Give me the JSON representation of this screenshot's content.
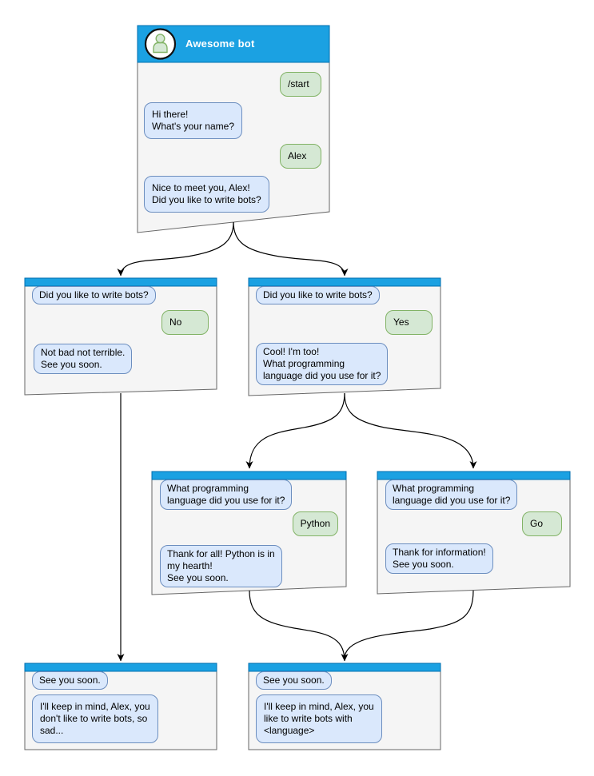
{
  "colors": {
    "header_fill": "#1BA1E2",
    "header_border": "#006EAF",
    "window_fill": "#F5F5F5",
    "window_border": "#666666",
    "bot_bubble_fill": "#DAE8FC",
    "bot_bubble_border": "#6C8EBF",
    "user_bubble_fill": "#D5E8D4",
    "user_bubble_border": "#82B366",
    "connector": "#000000"
  },
  "windows": {
    "main": {
      "title": "Awesome bot",
      "avatar_icon": "person-icon",
      "bubbles": [
        {
          "sender": "user",
          "text": "/start"
        },
        {
          "sender": "bot",
          "text": "Hi there!\nWhat's your name?"
        },
        {
          "sender": "user",
          "text": "Alex"
        },
        {
          "sender": "bot",
          "text": "Nice to meet you, Alex!\nDid you like to write bots?"
        }
      ]
    },
    "branch_no": {
      "bubbles": [
        {
          "sender": "bot",
          "text": "Did you like to write bots?"
        },
        {
          "sender": "user",
          "text": "No"
        },
        {
          "sender": "bot",
          "text": "Not bad not terrible.\nSee you soon."
        }
      ]
    },
    "branch_yes": {
      "bubbles": [
        {
          "sender": "bot",
          "text": "Did you like to write bots?"
        },
        {
          "sender": "user",
          "text": "Yes"
        },
        {
          "sender": "bot",
          "text": "Cool! I'm too!\nWhat programming\nlanguage did you use for it?"
        }
      ]
    },
    "branch_python": {
      "bubbles": [
        {
          "sender": "bot",
          "text": "What programming\nlanguage did you use for it?"
        },
        {
          "sender": "user",
          "text": "Python"
        },
        {
          "sender": "bot",
          "text": "Thank for all! Python is in\nmy hearth!\nSee you soon."
        }
      ]
    },
    "branch_go": {
      "bubbles": [
        {
          "sender": "bot",
          "text": "What programming\nlanguage did you use for it?"
        },
        {
          "sender": "user",
          "text": "Go"
        },
        {
          "sender": "bot",
          "text": "Thank for information!\nSee you soon."
        }
      ]
    },
    "end_no": {
      "bubbles": [
        {
          "sender": "bot",
          "text": "See you soon."
        },
        {
          "sender": "bot",
          "text": "I'll keep in mind, Alex, you\ndon't like to write bots, so\nsad..."
        }
      ]
    },
    "end_yes": {
      "bubbles": [
        {
          "sender": "bot",
          "text": "See you soon."
        },
        {
          "sender": "bot",
          "text": "I'll keep in mind, Alex, you\nlike to write bots with\n<language>"
        }
      ]
    }
  }
}
